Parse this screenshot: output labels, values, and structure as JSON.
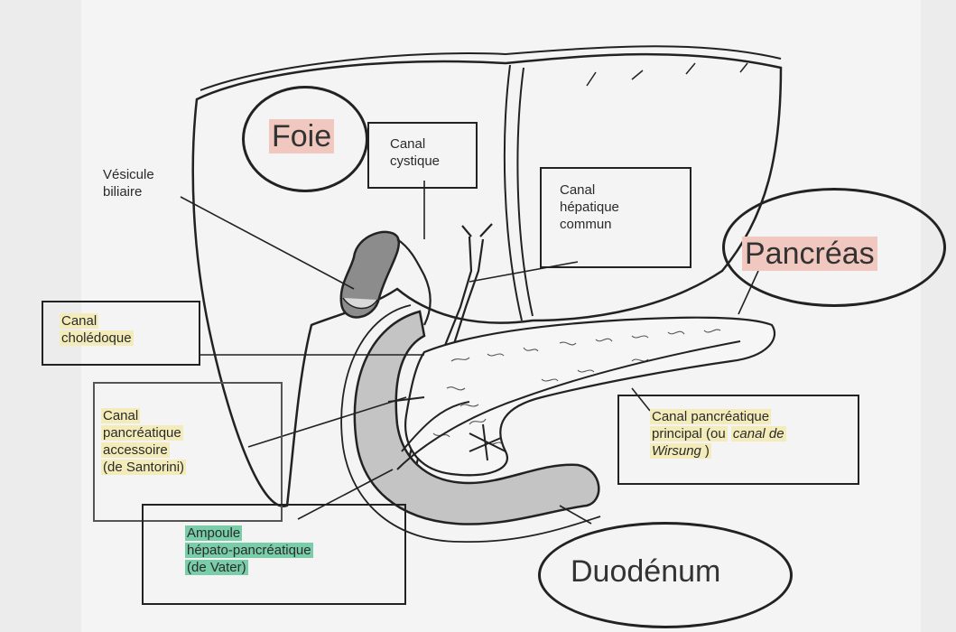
{
  "labels": {
    "foie": "Foie",
    "pancreas": "Pancréas",
    "duodenum": "Duodénum",
    "canal_cystique": [
      "Canal",
      "cystique"
    ],
    "canal_hepatique_commun": [
      "Canal",
      "hépatique",
      "commun"
    ],
    "vesicule_biliaire": [
      "Vésicule",
      "biliaire"
    ],
    "canal_choledoque": [
      "Canal",
      "cholédoque"
    ],
    "canal_accessoire": [
      "Canal",
      "pancréatique",
      "accessoire",
      "(de Santorini)"
    ],
    "canal_principal": [
      "Canal pancréatique",
      "principal (ou",
      "canal de",
      "Wirsung",
      ")"
    ],
    "ampoule": [
      "Ampoule",
      "hépato-pancréatique",
      "(de Vater)"
    ]
  },
  "colors": {
    "background": "#ececec",
    "ink": "#222222",
    "organ_fill": "#c4c4c4",
    "highlight_yellow": "#f3ecba",
    "highlight_green": "#79cda9",
    "highlight_pink": "#f1c8bf"
  }
}
